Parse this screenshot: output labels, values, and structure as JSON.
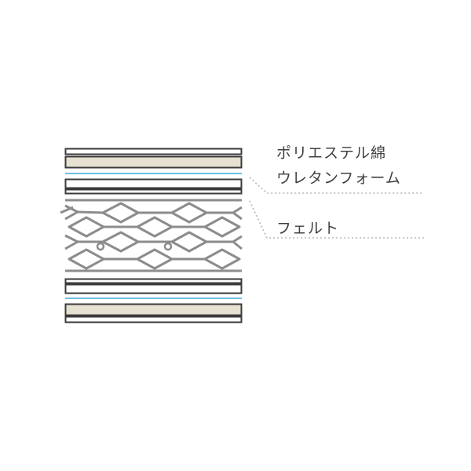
{
  "labels": {
    "polyester": "ポリエステル綿",
    "urethane": "ウレタンフォーム",
    "felt": "フェルト"
  },
  "colors": {
    "outline": "#3a3a3a",
    "beige": "#e6e1d0",
    "blue": "#6cc0e0",
    "spring": "#8c8c8c",
    "leader": "#b5b5b5",
    "text": "#3f3f3f"
  }
}
